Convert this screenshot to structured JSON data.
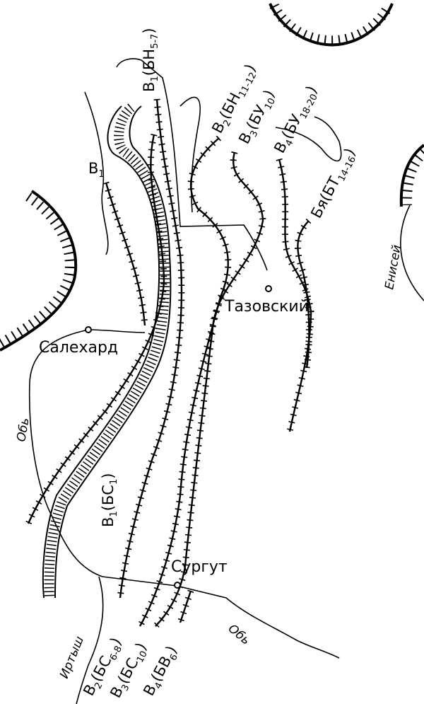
{
  "towns": {
    "salekhard": "Салехард",
    "tazovsky": "Тазовский",
    "surgut": "Сургут"
  },
  "rivers": {
    "ob_north": "Обь",
    "ob_south": "Обь",
    "irtysh": "Иртыш",
    "yenisei": "Енисей"
  },
  "labels": {
    "b1_top": {
      "base": "В",
      "sub1": "1",
      "paren": "(БН",
      "sub2": "5-7",
      "close": ")"
    },
    "b1_left": {
      "base": "В",
      "sub1": "1"
    },
    "b2_north": {
      "base": "В",
      "sub1": "2",
      "paren": "(БН",
      "sub2": "11-12",
      "close": ")"
    },
    "b3_north": {
      "base": "В",
      "sub1": "3",
      "paren": "(БУ",
      "sub2": "10",
      "close": ")"
    },
    "b4_north": {
      "base": "В",
      "sub1": "4",
      "paren": "(БУ",
      "sub2": "18-20",
      "close": ")"
    },
    "bya": {
      "base": "Бя",
      "paren": "(БТ",
      "sub2": "14-16",
      "close": ")"
    },
    "b1_south": {
      "base": "В",
      "sub1": "1",
      "paren": "(БС",
      "sub2": "1",
      "close": ")"
    },
    "b2_south": {
      "base": "В",
      "sub1": "2",
      "paren": "(БС",
      "sub2": "6-8",
      "close": ")"
    },
    "b3_south": {
      "base": "В",
      "sub1": "3",
      "paren": "(БС",
      "sub2": "10",
      "close": ")"
    },
    "b4_south": {
      "base": "В",
      "sub1": "4",
      "paren": "(БВ",
      "sub2": "6",
      "close": ")"
    }
  }
}
